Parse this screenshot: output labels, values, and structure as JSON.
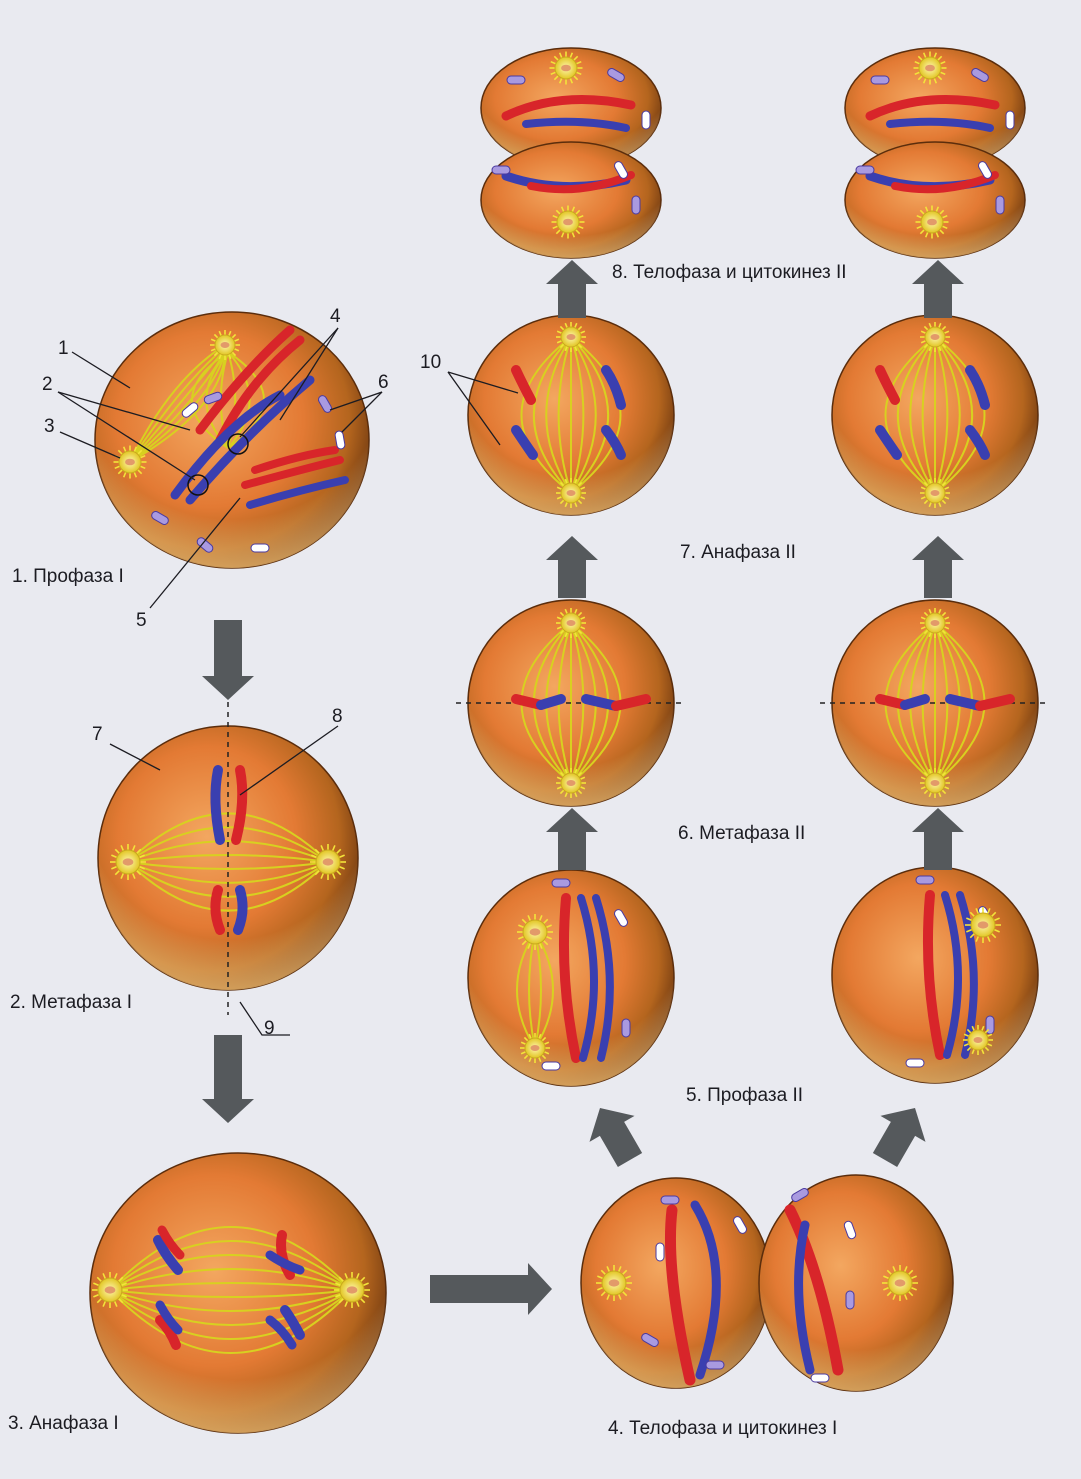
{
  "stages": {
    "s1": "1. Профаза I",
    "s2": "2. Метафаза I",
    "s3": "3. Анафаза I",
    "s4": "4. Телофаза и цитокинез I",
    "s5": "5. Профаза II",
    "s6": "6. Метафаза II",
    "s7": "7. Анафаза II",
    "s8": "8. Телофаза и цитокинез II"
  },
  "callouts": [
    "1",
    "2",
    "3",
    "4",
    "5",
    "6",
    "7",
    "8",
    "9",
    "10"
  ],
  "colors": {
    "background": "#e9eaf0",
    "cell_light": "#f6b45a",
    "cell_core": "#e37a34",
    "cell_dark": "#7a3d12",
    "spindle": "#d8d020",
    "chromosome_red": "#d8252a",
    "chromosome_blue": "#3a3fb0",
    "centrosome": "#f3e43a",
    "arrow": "#55595c",
    "leader_line": "#1c1c22"
  }
}
